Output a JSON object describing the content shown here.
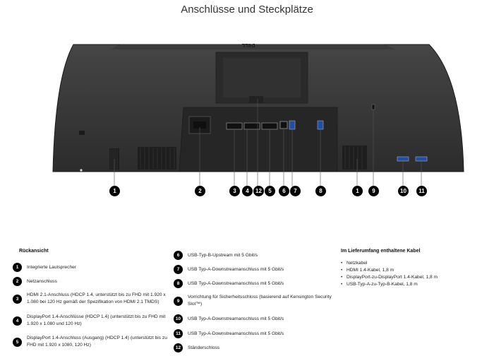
{
  "page": {
    "title": "Anschlüsse und Steckplätze",
    "brand_logo": "D&LL"
  },
  "callout_badges": [
    "1",
    "2",
    "3",
    "4",
    "12",
    "5",
    "6",
    "7",
    "8",
    "1",
    "9",
    "10",
    "11"
  ],
  "rear_view": {
    "heading": "Rückansicht",
    "items": [
      {
        "num": "1",
        "text": "Integrierte Lautsprecher"
      },
      {
        "num": "2",
        "text": "Netzanschluss"
      },
      {
        "num": "3",
        "text": "HDMI 2.1-Anschluss (HDCP 1.4, unterstützt bis zu FHD mit 1.920 x 1.080 bei 120 Hz gemäß der Spezifikation von HDMI 2.1 TMDS)"
      },
      {
        "num": "4",
        "text": "DisplayPort 1.4-Anschlüsse (HDCP 1.4) (unterstützt bis zu FHD mit 1.920 x 1.080 und 120 Hz)"
      },
      {
        "num": "5",
        "text": "DisplayPort 1.4-Anschluss (Ausgang) (HDCP 1.4) (unterstützt bis zu FHD mit 1.920 x 1080, 120 Hz)"
      },
      {
        "num": "6",
        "text": "USB-Typ-B-Upstream mit 5 Gbit/s"
      },
      {
        "num": "7",
        "text": "USB Typ-A-Downstreamanschluss mit 5 Gbit/s"
      },
      {
        "num": "8",
        "text": "USB Typ-A-Downstreamanschluss mit 5 Gbit/s"
      },
      {
        "num": "9",
        "text": "Vorrichtung für Sicherheitsschloss (basierend auf Kensington Security Slot™)"
      },
      {
        "num": "10",
        "text": "USB Typ-A-Downstreamanschluss mit 5 Gbit/s"
      },
      {
        "num": "11",
        "text": "USB Typ-A-Downstreamanschluss mit 5 Gbit/s"
      },
      {
        "num": "12",
        "text": "Ständerschloss"
      }
    ]
  },
  "in_box": {
    "heading": "Im Lieferumfang enthaltene Kabel",
    "items": [
      "Netzkabel",
      "HDMI 1.4-Kabel, 1,8 m",
      "DisplayPort-zu-DisplayPort 1.4-Kabel, 1,8 m",
      "USB-Typ-A-zu-Typ-B-Kabel, 1,8 m"
    ]
  }
}
